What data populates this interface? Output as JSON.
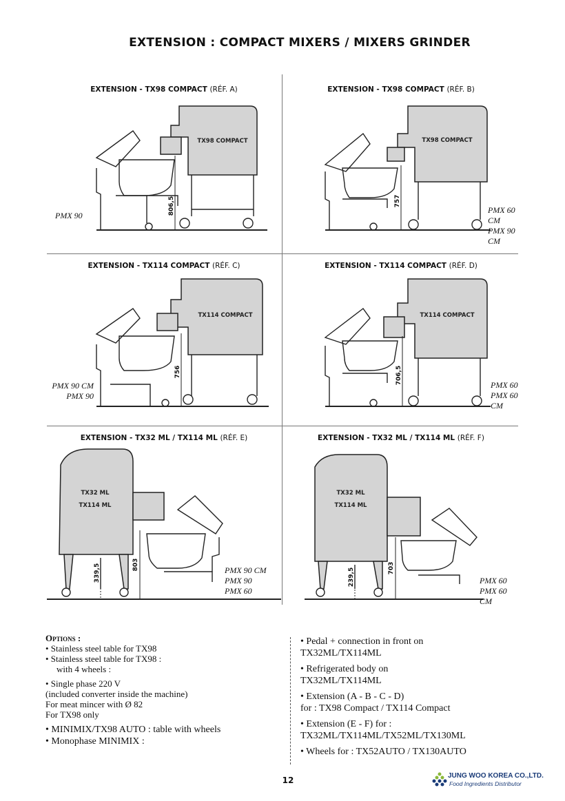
{
  "title": "EXTENSION : COMPACT MIXERS / MIXERS GRINDER",
  "panels": [
    {
      "title": "EXTENSION - TX98 COMPACT",
      "ref": "(RÉF. A)",
      "machine_label": "TX98 COMPACT",
      "dimension": "806,5",
      "models": [
        "PMX 90"
      ]
    },
    {
      "title": "EXTENSION - TX98 COMPACT",
      "ref": "(RÉF. B)",
      "machine_label": "TX98 COMPACT",
      "dimension": "757",
      "models": [
        "PMX 60 CM",
        "PMX 90 CM"
      ]
    },
    {
      "title": "EXTENSION - TX114 COMPACT",
      "ref": "(RÉF. C)",
      "machine_label": "TX114 COMPACT",
      "dimension": "756",
      "models": [
        "PMX 90 CM",
        "PMX 90"
      ]
    },
    {
      "title": "EXTENSION - TX114 COMPACT",
      "ref": "(RÉF. D)",
      "machine_label": "TX114 COMPACT",
      "dimension": "706,5",
      "models": [
        "PMX 60",
        "PMX 60 CM"
      ]
    },
    {
      "title": "EXTENSION - TX32 ML / TX114 ML",
      "ref": "(RÉF. E)",
      "machine_label_1": "TX32 ML",
      "machine_label_2": "TX114 ML",
      "dimension": "803",
      "dimension_2": "339,5",
      "models": [
        "PMX 90 CM",
        "PMX 90",
        "PMX 60"
      ]
    },
    {
      "title": "EXTENSION - TX32 ML / TX114 ML",
      "ref": "(RÉF. F)",
      "machine_label_1": "TX32 ML",
      "machine_label_2": "TX114 ML",
      "dimension": "703",
      "dimension_2": "239,5",
      "models": [
        "PMX 60",
        "PMX 60 CM"
      ]
    }
  ],
  "options": {
    "heading": "Options :",
    "left": [
      "• Stainless steel table for TX98",
      "• Stainless steel table for TX98 :",
      "   with 4 wheels :",
      "• Single phase 220 V",
      "(included converter inside the machine)",
      "For meat mincer with Ø 82",
      "For TX98 only",
      "• MINIMIX/TX98 AUTO : table with wheels",
      "• Monophase MINIMIX :"
    ],
    "right": [
      "• Pedal + connection in front on",
      "TX32ML/TX114ML",
      "• Refrigerated body on",
      "TX32ML/TX114ML",
      "• Extension (A - B - C - D)",
      "for : TX98 Compact / TX114 Compact",
      "• Extension (E - F) for :",
      "TX32ML/TX114ML/TX52ML/TX130ML",
      "• Wheels for : TX52AUTO / TX130AUTO"
    ]
  },
  "page_number": "12",
  "footer": {
    "company": "JUNG WOO KOREA CO.,LTD.",
    "tagline": "Food Ingredients Distributor",
    "logo_icon": "grain-stack-icon",
    "logo_color": "#1a3b78",
    "logo_accent": "#8ab83a"
  }
}
